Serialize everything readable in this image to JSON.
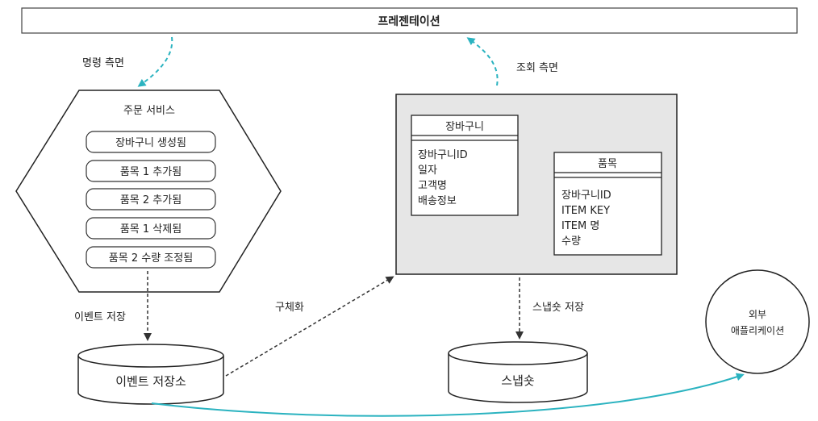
{
  "presentation": {
    "label": "프레젠테이션"
  },
  "command_side": {
    "label": "명령 측면"
  },
  "query_side": {
    "label": "조회 측면"
  },
  "order_service": {
    "title": "주문 서비스",
    "events": [
      "장바구니 생성됨",
      "품목 1 추가됨",
      "품목 2 추가됨",
      "품목 1 삭제됨",
      "품목 2 수량 조정됨"
    ]
  },
  "cart_entity": {
    "title": "장바구니",
    "fields": [
      "장바구니ID",
      "일자",
      "고객명",
      "배송정보"
    ]
  },
  "item_entity": {
    "title": "품목",
    "fields": [
      "장바구니ID",
      "ITEM KEY",
      "ITEM 명",
      "수량"
    ]
  },
  "event_store_flow": {
    "label": "이벤트 저장"
  },
  "materialize_flow": {
    "label": "구체화"
  },
  "snapshot_flow": {
    "label": "스냅숏 저장"
  },
  "event_store": {
    "label": "이벤트 저장소"
  },
  "snapshot_store": {
    "label": "스냅숏"
  },
  "external_app": {
    "line1": "외부",
    "line2": "애플리케이션"
  },
  "colors": {
    "accent_arrow": "#2bb3c0",
    "stroke": "#222222",
    "shade": "#e6e6e6"
  }
}
